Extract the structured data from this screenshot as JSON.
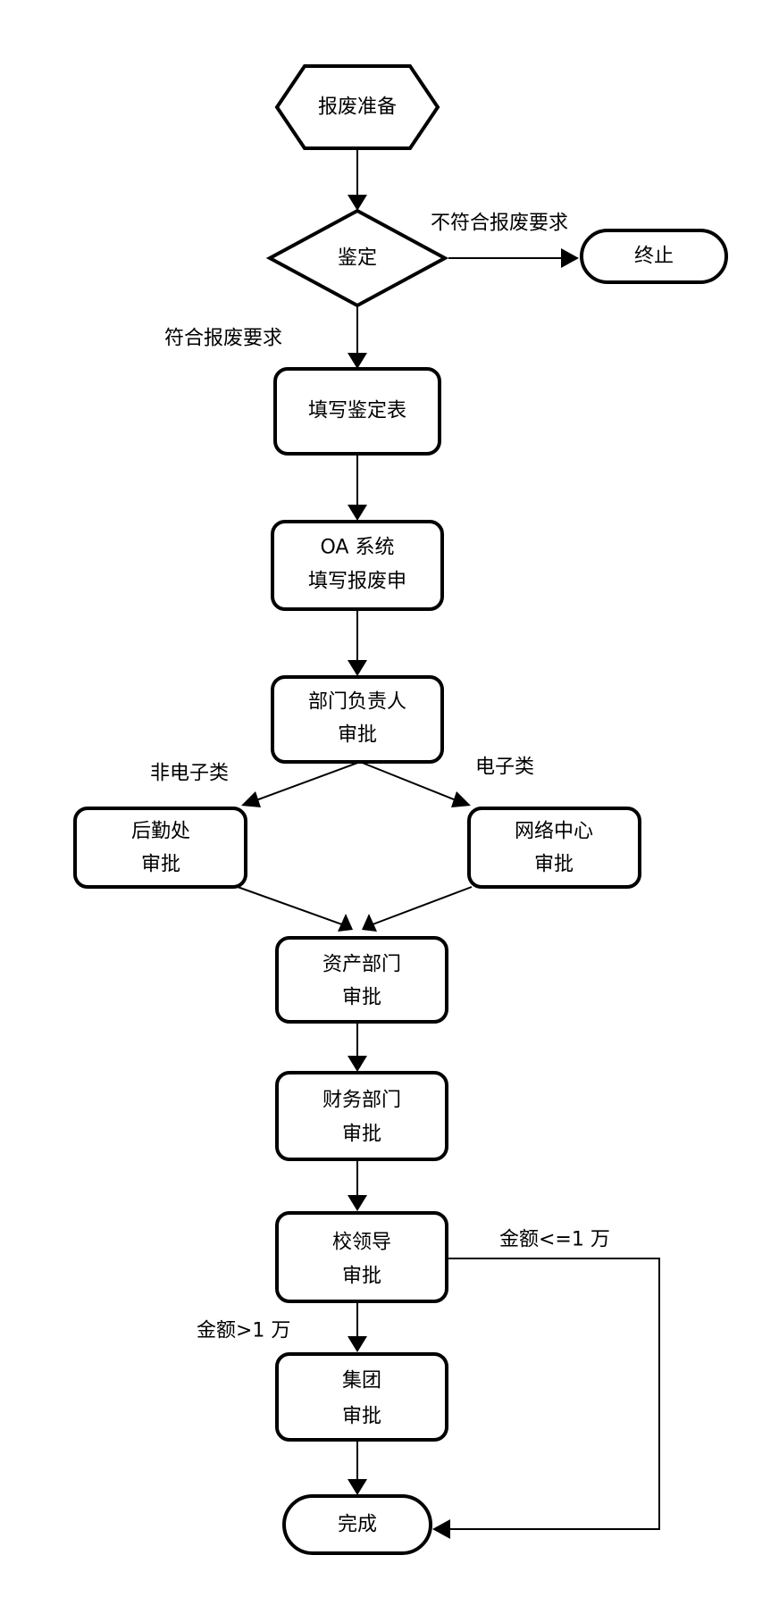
{
  "nodes": {
    "start": {
      "lines": [
        "报废准备"
      ]
    },
    "identify": {
      "lines": [
        "鉴定"
      ]
    },
    "terminate": {
      "lines": [
        "终止"
      ]
    },
    "fill_form": {
      "lines": [
        "填写鉴定表"
      ]
    },
    "oa_system": {
      "lines": [
        "OA 系统",
        "填写报废申"
      ]
    },
    "dept_head": {
      "lines": [
        "部门负责人",
        "审批"
      ]
    },
    "logistics": {
      "lines": [
        "后勤处",
        "审批"
      ]
    },
    "network_center": {
      "lines": [
        "网络中心",
        "审批"
      ]
    },
    "asset_dept": {
      "lines": [
        "资产部门",
        "审批"
      ]
    },
    "finance_dept": {
      "lines": [
        "财务部门",
        "审批"
      ]
    },
    "school_leader": {
      "lines": [
        "校领导",
        "审批"
      ]
    },
    "group": {
      "lines": [
        "集团",
        "审批"
      ]
    },
    "complete": {
      "lines": [
        "完成"
      ]
    }
  },
  "edge_labels": {
    "not_meet": "不符合报废要求",
    "meet": "符合报废要求",
    "non_electronic": "非电子类",
    "electronic": "电子类",
    "amount_le": "金额<=1 万",
    "amount_gt": "金额>1 万"
  }
}
